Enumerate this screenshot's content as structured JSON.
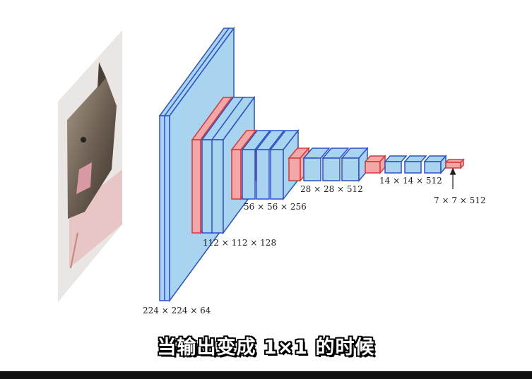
{
  "watermark": "",
  "caption": "当输出变成 1×1 的时候",
  "layers": {
    "l1": "224 × 224 × 64",
    "l2": "112 × 112 × 128",
    "l3": "56 × 56 × 256",
    "l4": "28 × 28 × 512",
    "l5": "14 × 14 × 512",
    "l6": "7 × 7 × 512"
  },
  "colors": {
    "conv": "#a9d4f0",
    "conv_edge": "#2c50c8",
    "pool": "#f4a7a7",
    "pool_edge": "#d33a3a"
  }
}
